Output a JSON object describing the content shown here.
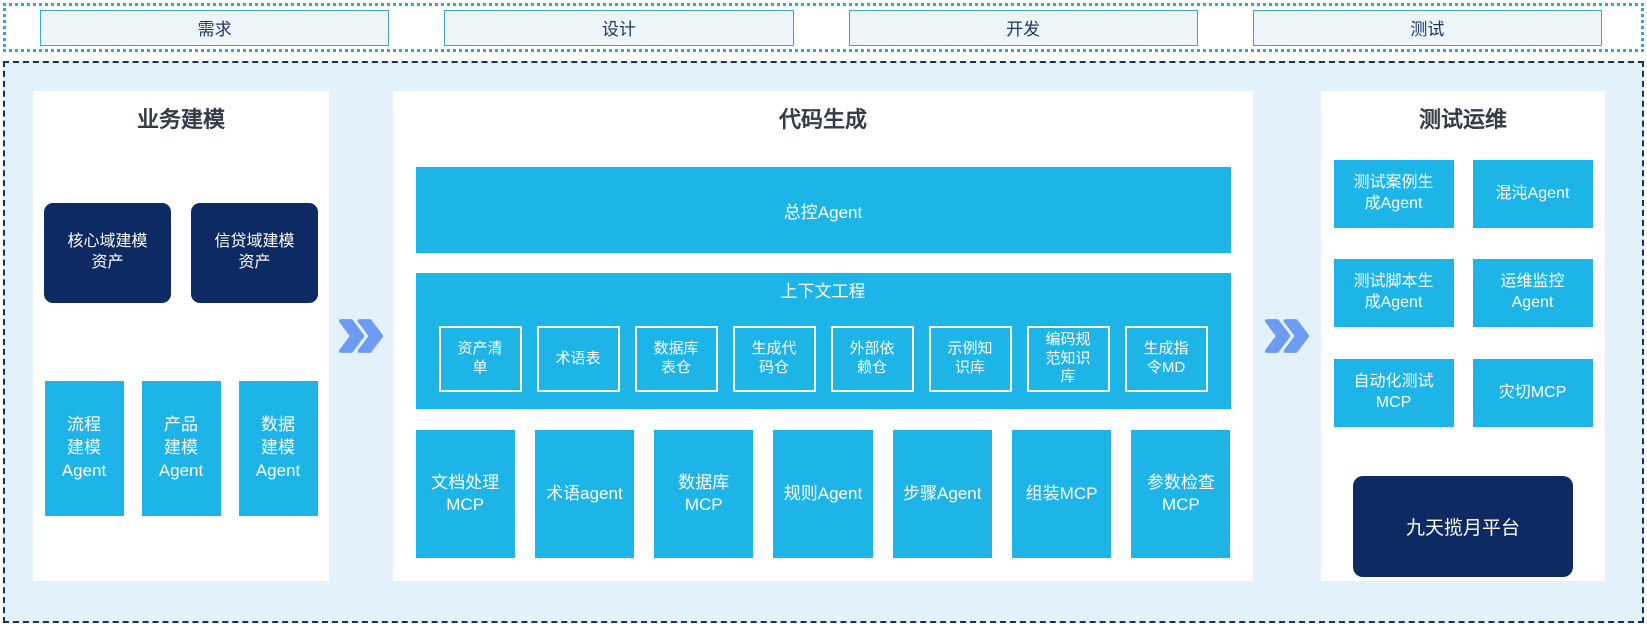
{
  "colors": {
    "cyan": "#1db5e8",
    "navy": "#0e2a63",
    "arrow": "#6d9bf2",
    "light_bg": "#e3f1fb",
    "band_accent": "#2aa9d2",
    "main_border": "#15306e"
  },
  "phases": {
    "labels": [
      "需求",
      "设计",
      "开发",
      "测试"
    ]
  },
  "business": {
    "title": "业务建模",
    "assets": [
      "核心域建模\n资产",
      "信贷域建模\n资产"
    ],
    "modelers": [
      "流程\n建模\nAgent",
      "产品\n建模\nAgent",
      "数据\n建模\nAgent"
    ]
  },
  "codegen": {
    "title": "代码生成",
    "master_agent": "总控Agent",
    "context": {
      "title": "上下文工程",
      "items": [
        "资产清\n单",
        "术语表",
        "数据库\n表仓",
        "生成代\n码仓",
        "外部依\n赖仓",
        "示例知\n识库",
        "编码规\n范知识\n库",
        "生成指\n令MD"
      ]
    },
    "workers": [
      "文档处理\nMCP",
      "术语agent",
      "数据库\nMCP",
      "规则Agent",
      "步骤Agent",
      "组装MCP",
      "参数检查\nMCP"
    ]
  },
  "testops": {
    "title": "测试运维",
    "boxes": [
      "测试案例生\n成Agent",
      "混沌Agent",
      "测试脚本生\n成Agent",
      "运维监控\nAgent",
      "自动化测试\nMCP",
      "灾切MCP"
    ],
    "platform": "九天揽月平台"
  }
}
